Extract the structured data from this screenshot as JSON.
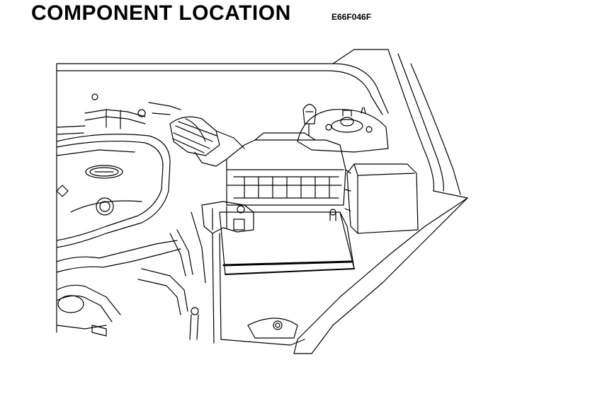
{
  "header": {
    "title": "COMPONENT LOCATION",
    "code": "E66F046F"
  },
  "illustration": {
    "subject": "engine-bay-line-drawing",
    "stroke_color": "#000000",
    "background_color": "#ffffff"
  }
}
